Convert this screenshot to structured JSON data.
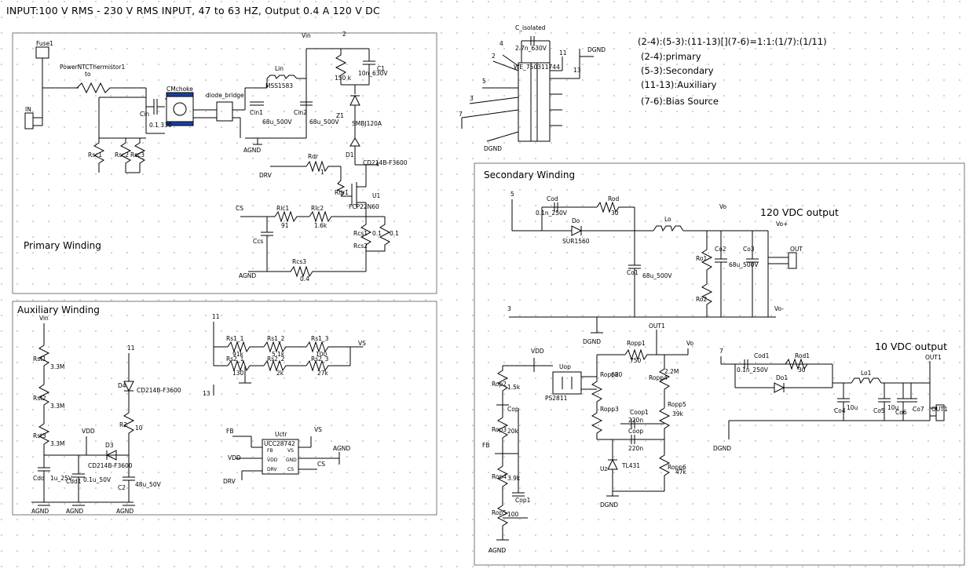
{
  "title": "INPUT:100 V RMS - 230 V RMS INPUT,  47 to 63 HZ, Output 0.4 A 120 V DC",
  "transformer_notes": [
    "(2-4):(5-3):(11-13)[](7-6)=1:1:(1/7):(1/11)",
    "(2-4):primary",
    "(5-3):Secondary",
    "(11-13):Auxiliary",
    "(7-6):Bias Source"
  ],
  "sections": {
    "primary": "Primary Winding",
    "auxiliary": "Auxiliary Winding",
    "secondary": "Secondary Winding"
  },
  "outputs": {
    "main": "120 VDC output",
    "aux": "10 VDC output"
  },
  "labels": {
    "fuse": "Fuse1",
    "ntc": "PowerNTCThermistor1",
    "ntc_val": "to",
    "cmchoke": "CMchoke",
    "bridge": "diode_bridge",
    "vin": "Vin",
    "lin": "Lin",
    "lin_val": "MSS1583",
    "cin1": "Cin1",
    "cin1_val": "68u_500V",
    "cin2": "Cin2",
    "cin2_val": "68u_500V",
    "cin": "Cin",
    "cin_val": "0.1 330",
    "agnd": "AGND",
    "dgnd": "DGND",
    "rsc1": "Rsc1",
    "rsc2": "Rsc2",
    "rsc3": "Rsc3",
    "in": "IN",
    "r150k": "150 k",
    "c10n": "10n_630V",
    "c1": "C1",
    "z1": "Z1",
    "z1_val": "SMBJ120A",
    "d1": "D1",
    "d1_val": "CD214B-F3600",
    "drv": "DRV",
    "rdr": "Rdr",
    "rdr_val": "1",
    "rdr1": "Rdr1",
    "u1": "U1",
    "u1_val": "FCP22N60",
    "cs": "CS",
    "rlc1": "Rlc1",
    "rlc1_val": "91",
    "rlc2": "Rlc2",
    "rlc2_val": "1.6k",
    "ccs": "Ccs",
    "rcs1": "Rcs1",
    "rcs1_val": "0.1",
    "rcs2": "Rcs2",
    "rcs2_val": "0.1",
    "rcs3": "Rcs3",
    "rcs3_val": "0.4",
    "c_iso": "C_isolated",
    "c_iso_val": "2.7n_630V",
    "xfmr": "WE_750311744",
    "n2": "2",
    "n4": "4",
    "n5": "5",
    "n3": "3",
    "n7": "7",
    "n11": "11",
    "n13": "13",
    "aux_vin": "Vin",
    "rst1": "Rst1",
    "rst1_val": "3.3M",
    "rst2": "Rst2",
    "rst2_val": "3.3M",
    "rst3": "Rst3",
    "rst3_val": "3.3M",
    "cdd": "Cdd",
    "cdd_val": "1u_25V",
    "cdd1": "Cdd1",
    "cdd1_val": "0.1u_50V",
    "vdd": "VDD",
    "d3": "D3",
    "d3_val": "CD214B-F3600",
    "d4": "D4",
    "d4_val": "CD214B-F3600",
    "r2": "R2",
    "r2_val": "10",
    "c2": "C2",
    "c2_val": "48u_50V",
    "rs1_1": "Rs1_1",
    "rs1_1v": "91k",
    "rs1_2": "Rs1_2",
    "rs1_2v": "5.1k",
    "rs1_3": "Rs1_3",
    "rs1_3v": "100",
    "rs2_1": "Rs2_1",
    "rs2_1v": "130",
    "rs2_2": "Rs2_2",
    "rs2_2v": "2k",
    "rs2_3": "Rs2_3",
    "rs2_3v": "27k",
    "vs": "VS",
    "uctr": "Uctr",
    "uctr_val": "UCC28742",
    "fb": "FB",
    "gnd": "GND",
    "drv_pin": "DRV",
    "cs_pin": "CS",
    "vdd_pin": "VDD",
    "vs_pin": "VS",
    "fb_pin": "FB",
    "sec_5": "5",
    "cod": "Cod",
    "cod_val": "0.1n_250V",
    "rod": "Rod",
    "rod_val": "30",
    "vo": "Vo",
    "do": "Do",
    "do_val": "SUR1560",
    "lo": "Lo",
    "co1": "Co1",
    "co1_val": "68u_500V",
    "ro1": "Ro1",
    "ro2": "Ro2",
    "co2": "Co2",
    "co2_val": "68u_500V",
    "co3": "Co3",
    "vop": "Vo+",
    "vom": "Vo-",
    "out": "OUT",
    "sec_3": "3",
    "out1": "OUT1",
    "vo2": "Vo",
    "roppl": "Ropp1",
    "roppl_val": "750",
    "ropp2": "Ropp2",
    "ropp2_val": "680",
    "ropp3": "Ropp3",
    "ropp4": "Ropp4",
    "ropp4_val": "2.2M",
    "ropp5": "Ropp5",
    "ropp5_val": "39k",
    "ropp6": "Ropp6",
    "ropp6_val": "47k",
    "uop": "Uop",
    "uop_val": "PS2811",
    "coop1": "Coop1",
    "coop1_val": "220n",
    "coop": "Coop",
    "coop_val": "220n",
    "uz": "Uz",
    "uz_val": "TL431",
    "rop2": "Rop2",
    "rop2_val": "1.5k",
    "rop3": "Rop3",
    "rop3_val": "20k",
    "rop4": "Rop4",
    "rop4_val": "3.9k",
    "rop5": "Rop5",
    "rop5_val": "100",
    "cop": "Cop",
    "cop1": "Cop1",
    "fb2": "FB",
    "vdd2": "VDD",
    "n7b": "7",
    "cod1": "Cod1",
    "cod1_val": "0.1n_250V",
    "rod1": "Rod1",
    "rod1_val": "30",
    "do1": "Do1",
    "lo1": "Lo1",
    "co4": "Co4",
    "co4_val": "10u",
    "co5": "Co5",
    "co5_val": "10u",
    "co6": "Co6",
    "co7": "Co7",
    "out1b": "OUT1",
    "out1c": "OUT1"
  }
}
